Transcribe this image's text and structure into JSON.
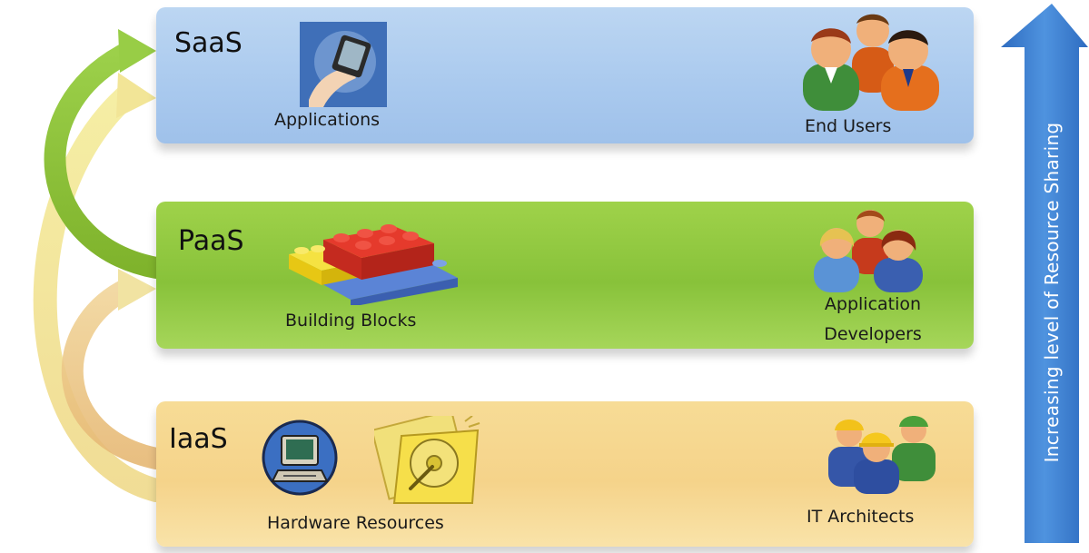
{
  "layers": {
    "saas": {
      "title": "SaaS",
      "left_label": "Applications",
      "right_label": "End Users"
    },
    "paas": {
      "title": "PaaS",
      "left_label": "Building Blocks",
      "right_label_line1": "Application",
      "right_label_line2": "Developers"
    },
    "iaas": {
      "title": "IaaS",
      "left_label": "Hardware Resources",
      "right_label": "IT Architects"
    }
  },
  "side_arrow": {
    "label": "Increasing level of Resource Sharing"
  },
  "colors": {
    "saas": "#a9c9ee",
    "paas": "#88c23a",
    "iaas": "#f5d38a",
    "arrow": "#3d7fcf"
  },
  "icons": {
    "saas_left": "phone-in-hand-icon",
    "saas_right": "people-group-icon",
    "paas_left": "lego-blocks-icon",
    "paas_right": "developers-group-icon",
    "iaas_left_1": "computer-icon",
    "iaas_left_2": "hard-drive-icon",
    "iaas_right": "hardhat-workers-icon"
  }
}
